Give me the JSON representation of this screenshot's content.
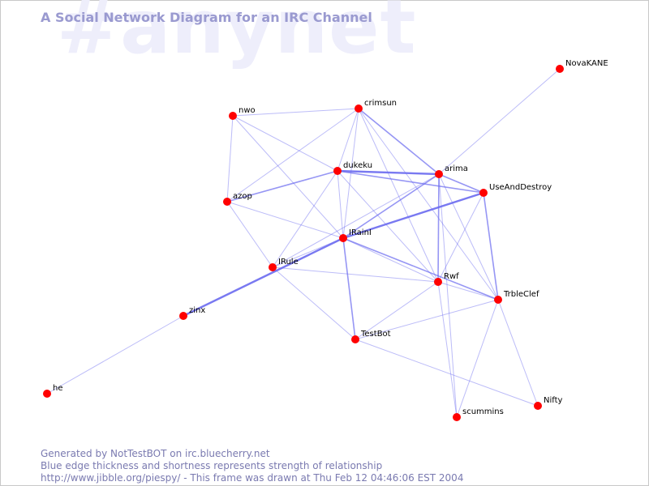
{
  "watermark": "#anynet",
  "title": "A Social Network Diagram for an IRC Channel",
  "footer": {
    "line1": "Generated by NotTestBOT on irc.bluecherry.net",
    "line2": "Blue edge thickness and shortness represents strength of relationship",
    "line3": "http://www.jibble.org/piespy/ - This frame was drawn at Thu Feb 12 04:46:06 EST 2004"
  },
  "colors": {
    "node": "#ff0000",
    "edge": "#6a6af0",
    "title": "#9a9ad0",
    "watermark": "#eeeefb",
    "footer": "#7a7ab0"
  },
  "nodes": [
    {
      "id": "NovaKANE",
      "label": "NovaKANE"
    },
    {
      "id": "nwo",
      "label": "nwo"
    },
    {
      "id": "crimsun",
      "label": "crimsun"
    },
    {
      "id": "dukeku",
      "label": "dukeku"
    },
    {
      "id": "arima",
      "label": "arima"
    },
    {
      "id": "UseAndDestroy",
      "label": "UseAndDestroy"
    },
    {
      "id": "azop",
      "label": "azop"
    },
    {
      "id": "IRainI",
      "label": "IRainI"
    },
    {
      "id": "IRule",
      "label": "IRule"
    },
    {
      "id": "Rwf",
      "label": "Rwf"
    },
    {
      "id": "TrbleClef",
      "label": "TrbleClef"
    },
    {
      "id": "zinx",
      "label": "zinx"
    },
    {
      "id": "TestBot",
      "label": "TestBot"
    },
    {
      "id": "he",
      "label": "he"
    },
    {
      "id": "Nifty",
      "label": "Nifty"
    },
    {
      "id": "scummins",
      "label": "scummins"
    }
  ],
  "edges": [
    {
      "from": "NovaKANE",
      "to": "arima",
      "strength": 1
    },
    {
      "from": "nwo",
      "to": "crimsun",
      "strength": 1
    },
    {
      "from": "nwo",
      "to": "dukeku",
      "strength": 1
    },
    {
      "from": "nwo",
      "to": "azop",
      "strength": 1
    },
    {
      "from": "nwo",
      "to": "IRainI",
      "strength": 1
    },
    {
      "from": "crimsun",
      "to": "dukeku",
      "strength": 1
    },
    {
      "from": "crimsun",
      "to": "arima",
      "strength": 2
    },
    {
      "from": "crimsun",
      "to": "azop",
      "strength": 1
    },
    {
      "from": "crimsun",
      "to": "IRainI",
      "strength": 1
    },
    {
      "from": "crimsun",
      "to": "TrbleClef",
      "strength": 1
    },
    {
      "from": "crimsun",
      "to": "Rwf",
      "strength": 1
    },
    {
      "from": "dukeku",
      "to": "arima",
      "strength": 3
    },
    {
      "from": "dukeku",
      "to": "UseAndDestroy",
      "strength": 2
    },
    {
      "from": "dukeku",
      "to": "azop",
      "strength": 2
    },
    {
      "from": "dukeku",
      "to": "IRainI",
      "strength": 1
    },
    {
      "from": "dukeku",
      "to": "IRule",
      "strength": 1
    },
    {
      "from": "dukeku",
      "to": "Rwf",
      "strength": 1
    },
    {
      "from": "arima",
      "to": "UseAndDestroy",
      "strength": 2
    },
    {
      "from": "arima",
      "to": "IRainI",
      "strength": 2
    },
    {
      "from": "arima",
      "to": "IRule",
      "strength": 1
    },
    {
      "from": "arima",
      "to": "Rwf",
      "strength": 2
    },
    {
      "from": "arima",
      "to": "TrbleClef",
      "strength": 1
    },
    {
      "from": "arima",
      "to": "scummins",
      "strength": 1
    },
    {
      "from": "UseAndDestroy",
      "to": "IRainI",
      "strength": 3
    },
    {
      "from": "UseAndDestroy",
      "to": "TrbleClef",
      "strength": 2
    },
    {
      "from": "UseAndDestroy",
      "to": "Rwf",
      "strength": 1
    },
    {
      "from": "azop",
      "to": "IRainI",
      "strength": 1
    },
    {
      "from": "azop",
      "to": "IRule",
      "strength": 1
    },
    {
      "from": "IRainI",
      "to": "IRule",
      "strength": 1
    },
    {
      "from": "IRainI",
      "to": "zinx",
      "strength": 3
    },
    {
      "from": "IRainI",
      "to": "TrbleClef",
      "strength": 2
    },
    {
      "from": "IRainI",
      "to": "TestBot",
      "strength": 2
    },
    {
      "from": "IRainI",
      "to": "Rwf",
      "strength": 1
    },
    {
      "from": "IRule",
      "to": "TestBot",
      "strength": 1
    },
    {
      "from": "IRule",
      "to": "Rwf",
      "strength": 1
    },
    {
      "from": "Rwf",
      "to": "TrbleClef",
      "strength": 1
    },
    {
      "from": "Rwf",
      "to": "TestBot",
      "strength": 1
    },
    {
      "from": "Rwf",
      "to": "scummins",
      "strength": 1
    },
    {
      "from": "TrbleClef",
      "to": "TestBot",
      "strength": 1
    },
    {
      "from": "TrbleClef",
      "to": "Nifty",
      "strength": 1
    },
    {
      "from": "TrbleClef",
      "to": "scummins",
      "strength": 1
    },
    {
      "from": "TestBot",
      "to": "Nifty",
      "strength": 1
    },
    {
      "from": "zinx",
      "to": "he",
      "strength": 1
    }
  ]
}
